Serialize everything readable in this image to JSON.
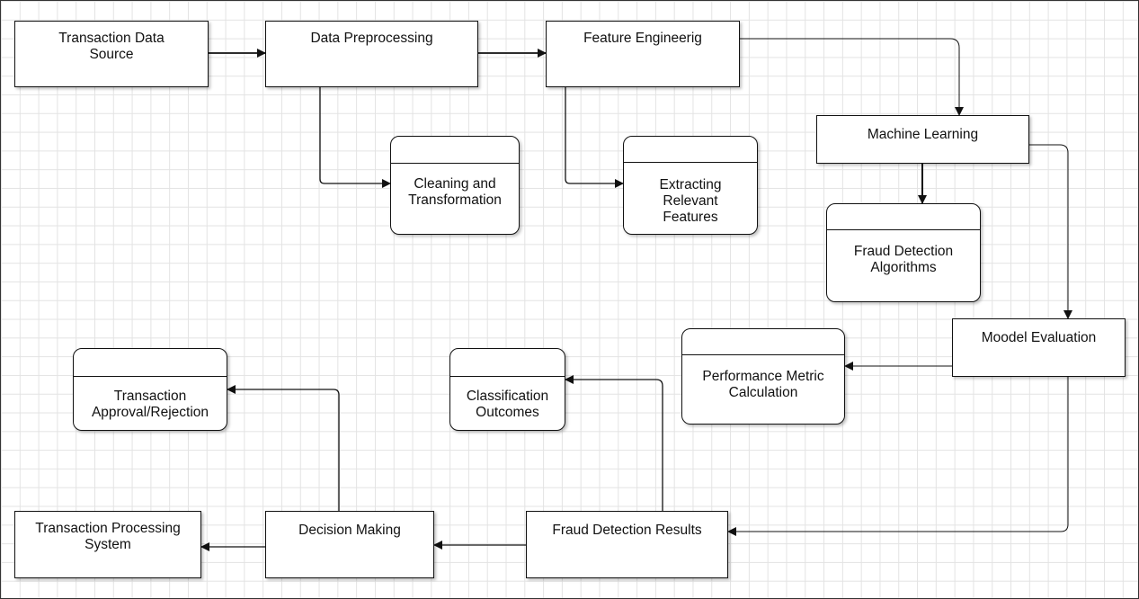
{
  "nodes": {
    "transaction_data_source": "Transaction Data Source",
    "data_preprocessing": "Data Preprocessing",
    "feature_engineering": "Feature Engineerig",
    "cleaning_transformation": "Cleaning and Transformation",
    "extracting_features": "Extracting Relevant Features",
    "machine_learning": "Machine Learning",
    "fraud_detection_algorithms": "Fraud Detection Algorithms",
    "model_evaluation": "Moodel Evaluation",
    "performance_metric": "Performance Metric Calculation",
    "fraud_detection_results": "Fraud Detection Results",
    "classification_outcomes": "Classification Outcomes",
    "decision_making": "Decision Making",
    "transaction_approval": "Transaction Approval/Rejection",
    "transaction_processing": "Transaction Processing System"
  },
  "colors": {
    "line": "#111111",
    "grid": "#e3e3e3",
    "background": "#ffffff"
  }
}
